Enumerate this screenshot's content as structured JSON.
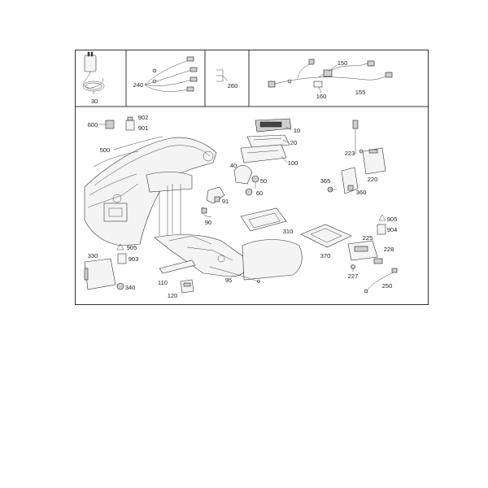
{
  "diagram": {
    "labels": {
      "l30": "30",
      "l240": "240",
      "l260": "260",
      "l150": "150",
      "l160": "160",
      "l155": "155",
      "l600": "600",
      "l902": "902",
      "l901": "901",
      "l500": "500",
      "l10": "10",
      "l20": "20",
      "l100": "100",
      "l40": "40",
      "l50": "50",
      "l60": "60",
      "l91": "91",
      "l90": "90",
      "l310": "310",
      "l223": "223",
      "l220": "220",
      "l365": "365",
      "l360": "360",
      "l905a": "905",
      "l904": "904",
      "l225": "225",
      "l228": "228",
      "l370": "370",
      "l227": "227",
      "l250": "250",
      "l330": "330",
      "l905b": "905",
      "l903": "903",
      "l340": "340",
      "l110": "110",
      "l120": "120",
      "l95": "95"
    },
    "colors": {
      "line": "#333333",
      "background": "#ffffff"
    }
  }
}
